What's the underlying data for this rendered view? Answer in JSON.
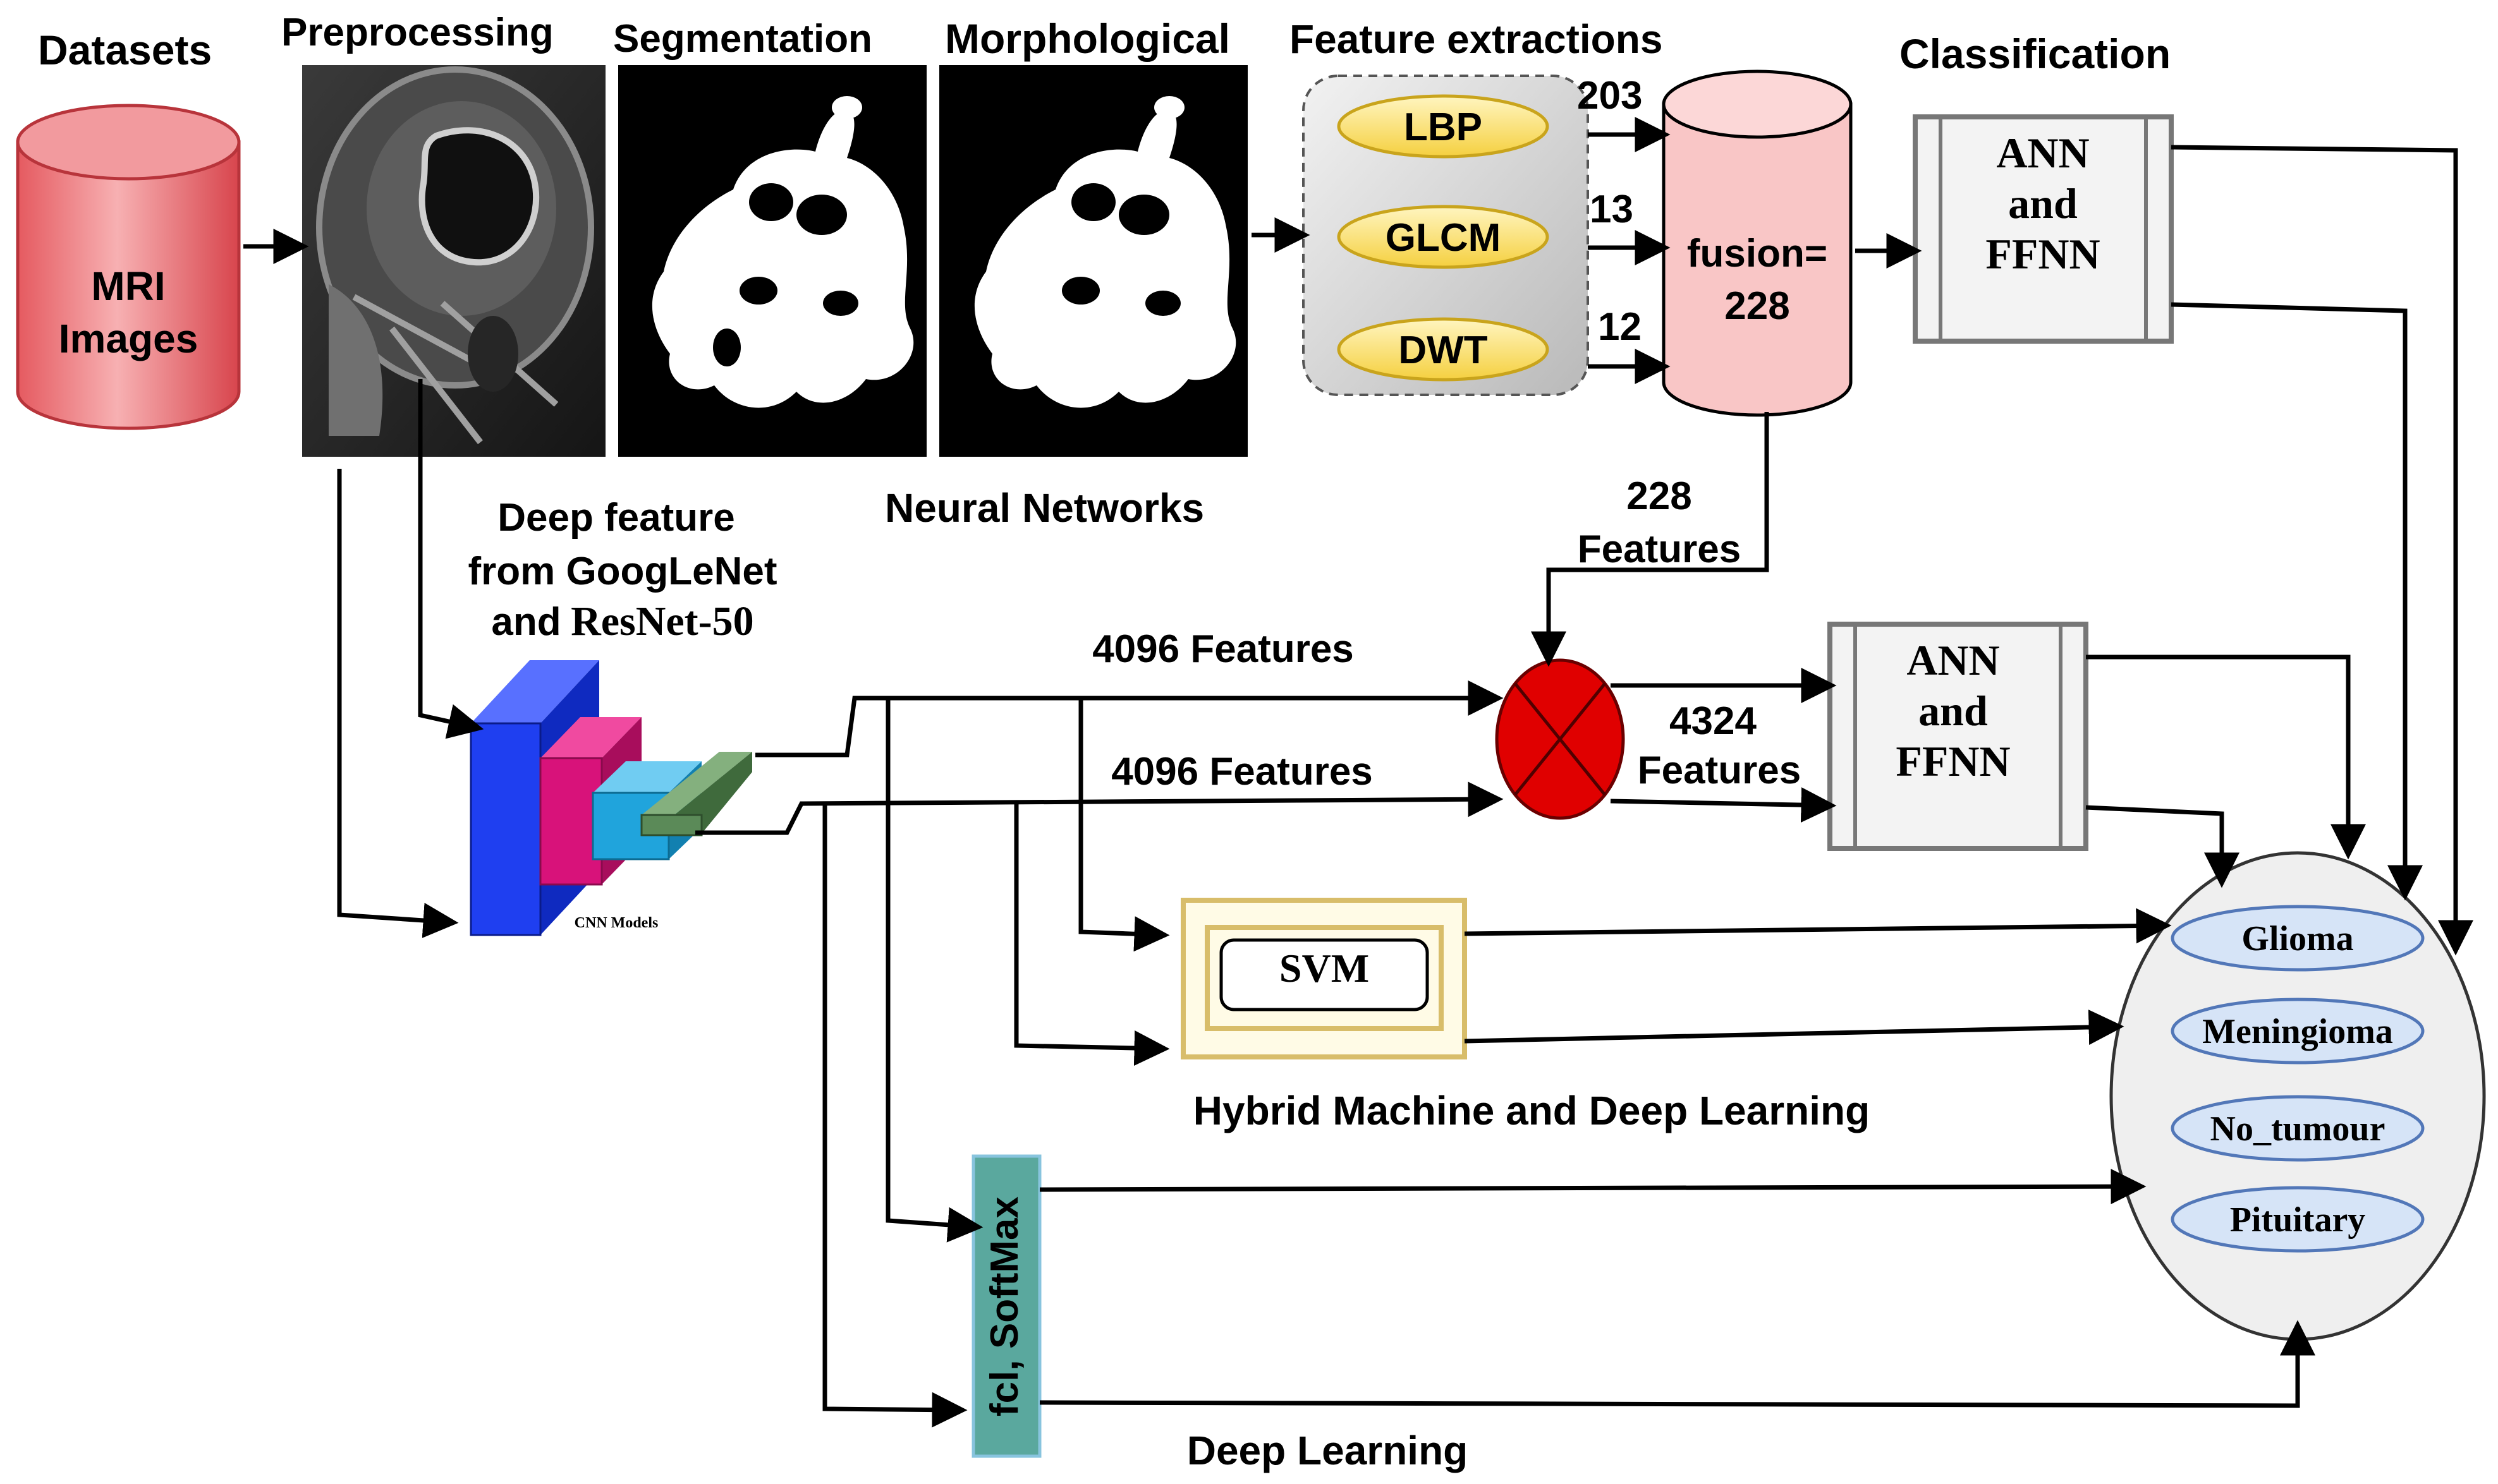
{
  "headers": {
    "datasets": "Datasets",
    "preprocessing": "Preprocessing",
    "segmentation": "Segmentation",
    "morphological": "Morphological",
    "feature_extractions": "Feature extractions",
    "classification": "Classification"
  },
  "dataset_cylinder": {
    "line1": "MRI",
    "line2": "Images"
  },
  "neural_networks_label": "Neural Networks",
  "feature_methods": [
    {
      "label": "LBP",
      "count": "203"
    },
    {
      "label": "GLCM",
      "count": "13"
    },
    {
      "label": "DWT",
      "count": "12"
    }
  ],
  "fusion": {
    "line1": "fusion=",
    "line2": "228"
  },
  "classifier_top": {
    "line1": "ANN",
    "line2": "and",
    "line3": "FFNN"
  },
  "classifier_mid": {
    "line1": "ANN",
    "line2": "and",
    "line3": "FFNN"
  },
  "fused_features": {
    "line1": "228",
    "line2": "Features"
  },
  "combined_features": {
    "line1": "4324",
    "line2": "Features"
  },
  "deep_feature_label": {
    "line1": "Deep feature",
    "line2": "from GoogLeNet",
    "line3_prefix": "and",
    "line3_model": "ResNet-50"
  },
  "cnn_models_label": "CNN Models",
  "deep_features_a": "4096 Features",
  "deep_features_b": "4096 Features",
  "svm_label": "SVM",
  "hybrid_label": "Hybrid Machine and Deep Learning",
  "fcl_label": "fcl, SoftMax",
  "deep_learning_label": "Deep Learning",
  "classes": [
    "Glioma",
    "Meningioma",
    "No_tumour",
    "Pituitary"
  ],
  "colors": {
    "cylinder_red": "#e86a6e",
    "cylinder_pink": "#f9c6c6",
    "oval_yellow": "#f8d84e",
    "fusion_node": "#e00000",
    "class_blue": "#d6e4f7",
    "svm_border": "#d8bd6a",
    "softmax_teal": "#5aa89e",
    "cnn_blue": "#1f3ff0",
    "cnn_magenta": "#d8127a",
    "cnn_cyan": "#20a4dc",
    "cnn_green": "#5b8a58"
  }
}
